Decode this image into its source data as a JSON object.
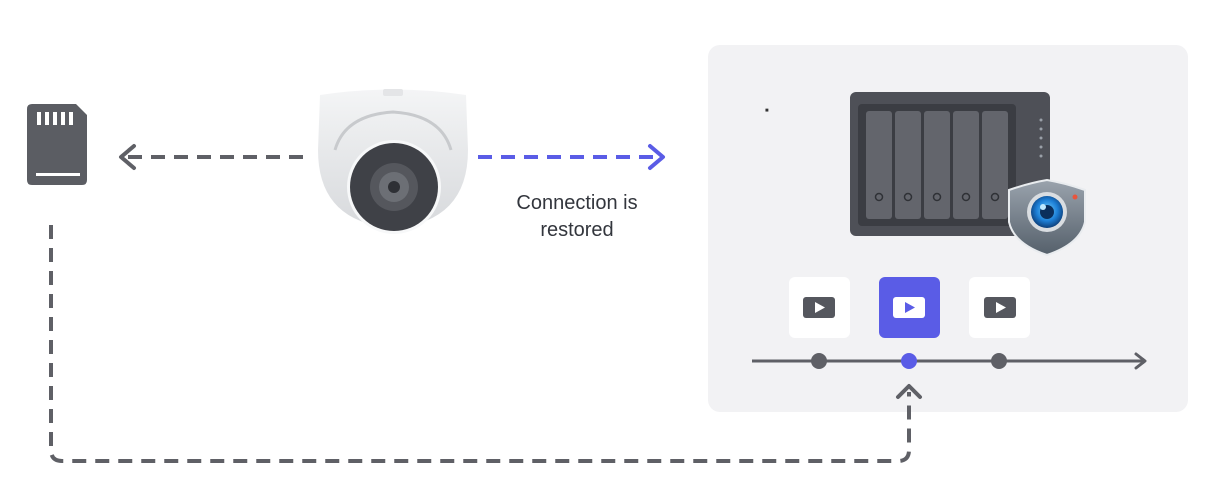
{
  "caption": "Connection is restored",
  "colors": {
    "accent": "#5a5ce6",
    "dash": "#5f6066",
    "panel": "#f2f2f4",
    "device": "#55575e",
    "device_dark": "#3d3f45"
  },
  "icons": {
    "sd_card": "sd-card-icon",
    "camera": "dome-camera-icon",
    "nas": "nas-server-icon",
    "surveillance": "surveillance-station-icon",
    "clip": "video-clip-icon"
  },
  "timeline": {
    "clips": 3,
    "active_clip": 2
  }
}
